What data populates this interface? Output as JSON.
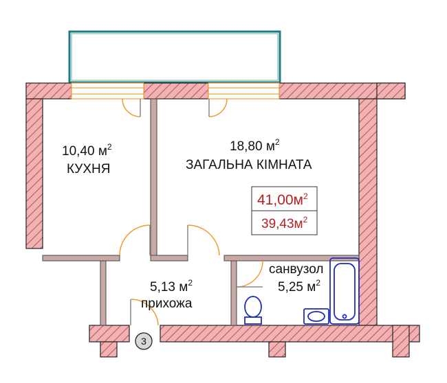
{
  "rooms": {
    "kitchen": {
      "area": "10,40 м",
      "sup": "2",
      "name": "КУХНЯ"
    },
    "living": {
      "area": "18,80 м",
      "sup": "2",
      "name": "ЗАГАЛЬНА КІМНАТА"
    },
    "hall": {
      "area": "5,13 м",
      "sup": "2",
      "name": "прихожа"
    },
    "bath": {
      "name": "санвузол",
      "area": "5,25 м",
      "sup": "2"
    }
  },
  "totals": {
    "total_area": "41,00м",
    "total_sup": "2",
    "living_area": "39,43м",
    "living_sup": "2"
  },
  "entrance": {
    "number": "3"
  },
  "colors": {
    "wall_fill": "#f2b2b3",
    "wall_hatch": "#b55a5c",
    "wall_outline": "#222222",
    "balcony": "#1e7c80",
    "window": "#f4a23a",
    "door": "#f29a2e",
    "fixtures": "#1f2bbf",
    "area_text": "#b52024"
  }
}
